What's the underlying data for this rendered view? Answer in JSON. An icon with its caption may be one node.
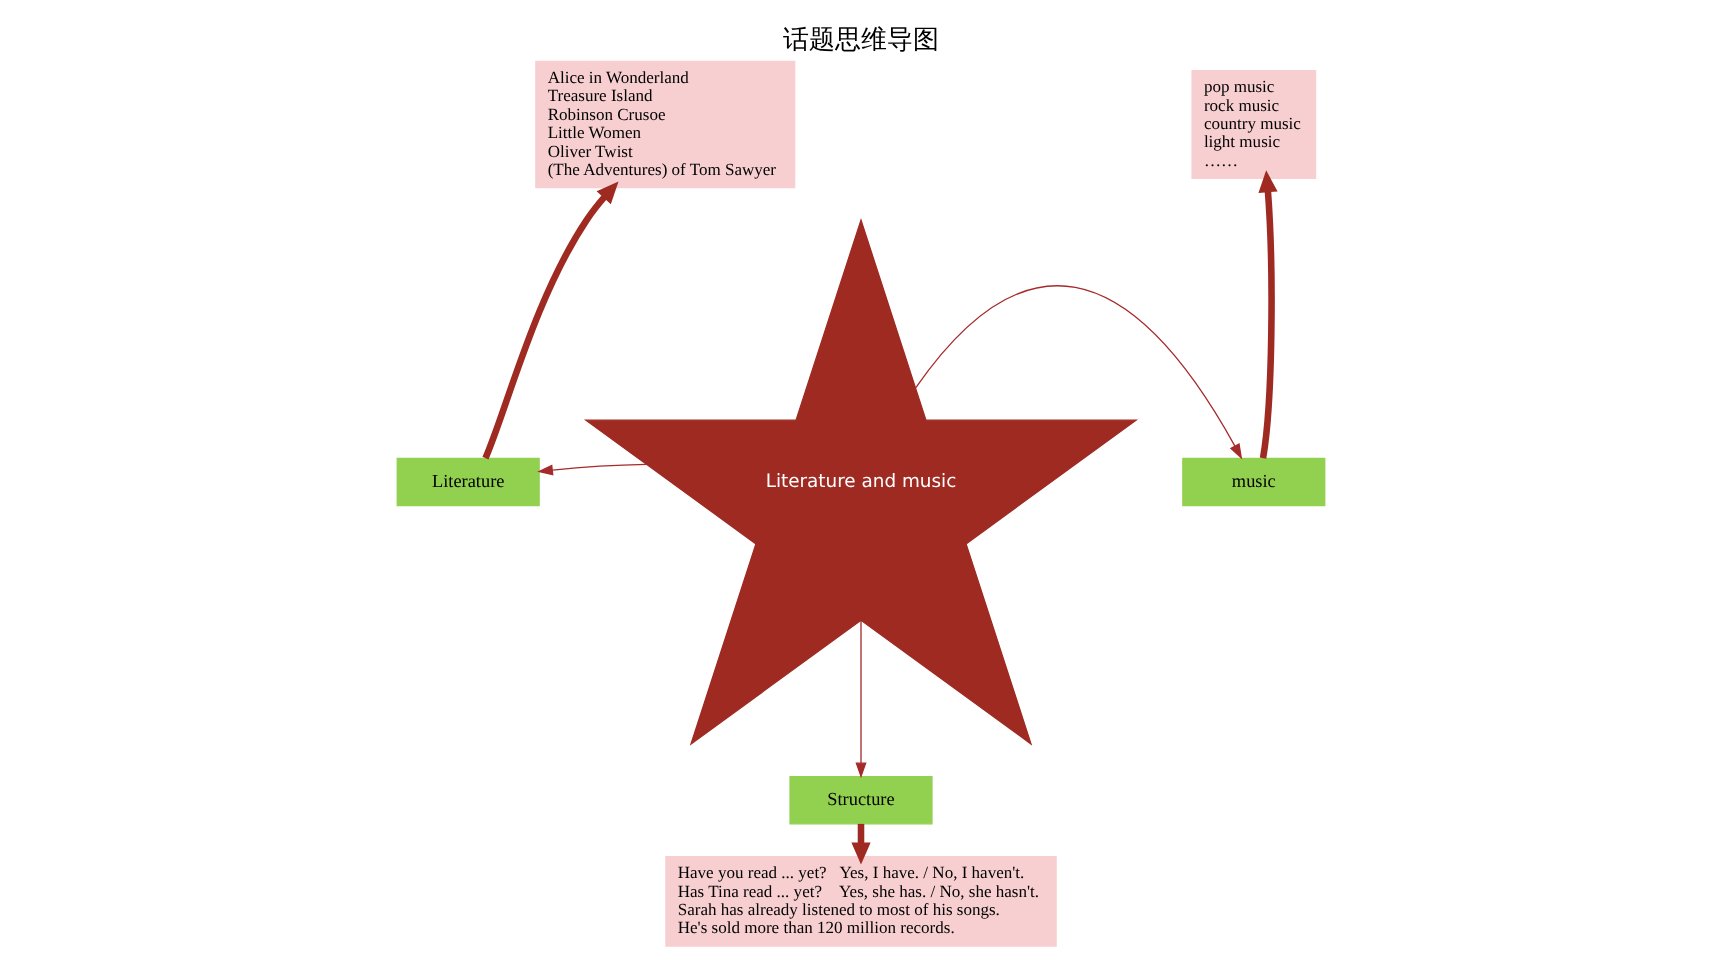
{
  "diagram": {
    "title": "话题思维导图",
    "nodes": [
      {
        "text": [
          "Alice in Wonderland",
          "Treasure Island",
          "Robinson Crusoe",
          "Little Women",
          "Oliver Twist",
          "(The Adventures) of Tom Sawyer"
        ]
      },
      {
        "text": [
          "Literature"
        ]
      },
      {
        "text": [
          "Literature and music"
        ]
      },
      {
        "text": [
          "music"
        ]
      },
      {
        "text": [
          "pop music",
          "rock music",
          "country music",
          "light music",
          "……"
        ]
      },
      {
        "text": [
          "Structure"
        ]
      },
      {
        "text": [
          "Have you read ... yet?   Yes, I have. / No, I haven't.",
          "Has Tina read ... yet?    Yes, she has. / No, she hasn't.",
          "Sarah has already listened to most of his songs.",
          "He's sold more than 120 million records."
        ]
      }
    ],
    "edges": [
      {
        "from": 2,
        "to": 1,
        "arrow": "to"
      },
      {
        "from": 1,
        "to": 0,
        "arrow": "to",
        "style": "thick"
      },
      {
        "from": 2,
        "to": 3,
        "arrow": "to"
      },
      {
        "from": 3,
        "to": 4,
        "arrow": "to",
        "style": "thick"
      },
      {
        "from": 2,
        "to": 5,
        "arrow": "to"
      },
      {
        "from": 5,
        "to": 6,
        "arrow": "to",
        "style": "thick"
      }
    ]
  }
}
